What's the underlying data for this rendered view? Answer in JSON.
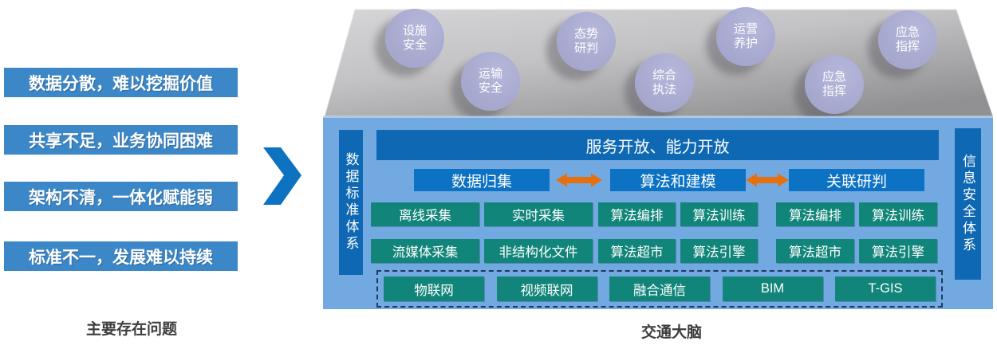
{
  "left_panel": {
    "problems": [
      "数据分散，难以挖掘价值",
      "共享不足，业务协同困难",
      "架构不清，一体化赋能弱",
      "标准不一，发展难以持续"
    ],
    "caption": "主要存在问题"
  },
  "brain": {
    "caption": "交通大脑",
    "circles": [
      "设施\n安全",
      "运输\n安全",
      "态势\n研判",
      "综合\n执法",
      "运营\n养护",
      "应急\n指挥",
      "应急\n指挥"
    ],
    "left_rail": "数据标准体系",
    "right_rail": "信息安全体系",
    "service_bar": "服务开放、能力开放",
    "columns": [
      {
        "header": "数据归集",
        "rows": [
          [
            "离线采集",
            "实时采集"
          ],
          [
            "流媒体采集",
            "非结构化文件"
          ]
        ]
      },
      {
        "header": "算法和建模",
        "rows": [
          [
            "算法编排",
            "算法训练"
          ],
          [
            "算法超市",
            "算法引擎"
          ]
        ]
      },
      {
        "header": "关联研判",
        "rows": [
          [
            "算法编排",
            "算法训练"
          ],
          [
            "算法超市",
            "算法引擎"
          ]
        ]
      }
    ],
    "base_items": [
      "物联网",
      "视频联网",
      "融合通信",
      "BIM",
      "T-GIS"
    ]
  },
  "colors": {
    "problem_bar_blue": "#3c87c8",
    "chevron_blue": "#0d72c0",
    "panel_background_blue": "#72a9e1",
    "dark_blue_bar": "#0f68b3",
    "mid_blue_box": "#0c72c4",
    "teal_box": "#12857a",
    "orange_arrow": "#e7700e",
    "circle_purple": "#abaed3",
    "platform_gray_light": "#d4d4d6",
    "platform_gray_dark": "#939395",
    "dashed_border_navy": "#203864",
    "caption_text": "#3d3d3d"
  }
}
